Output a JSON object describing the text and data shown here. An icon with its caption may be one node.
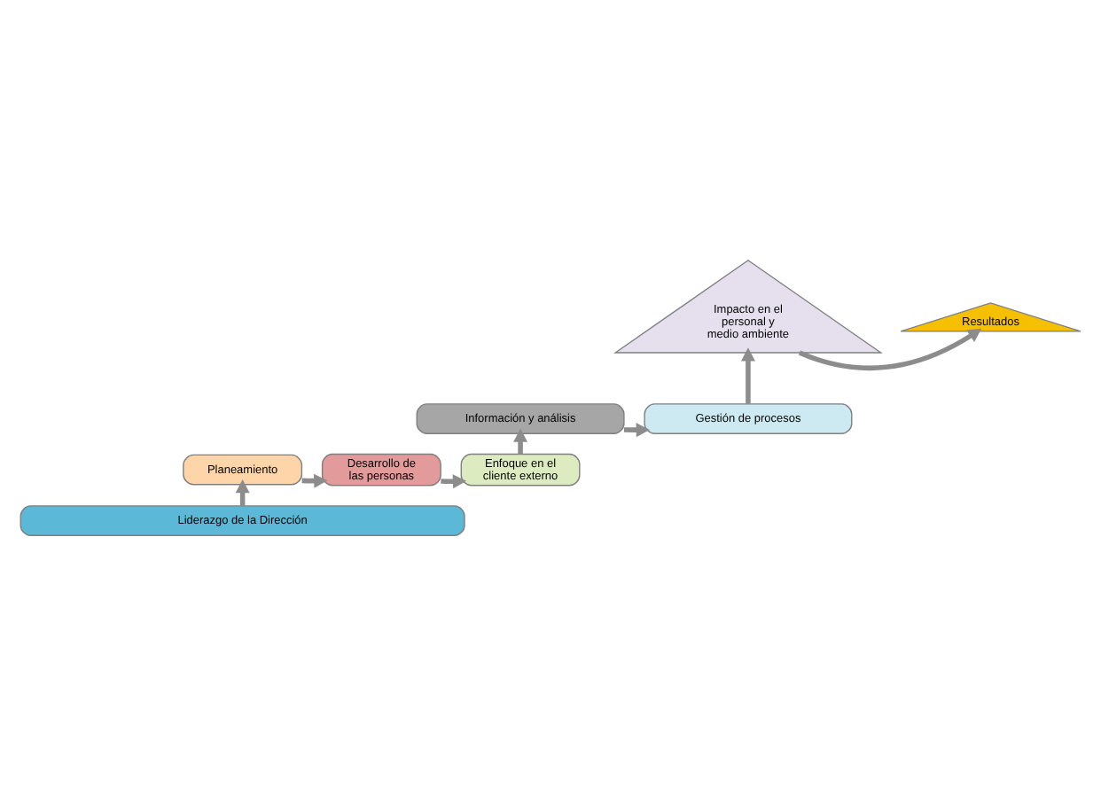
{
  "diagram": {
    "nodes": [
      {
        "text": [
          "Liderazgo de la Dirección"
        ]
      },
      {
        "text": [
          "Planeamiento"
        ]
      },
      {
        "text": [
          "Desarrollo de las personas"
        ]
      },
      {
        "text": [
          "Enfoque en el cliente externo"
        ]
      },
      {
        "text": [
          "Gestión de procesos"
        ]
      },
      {
        "text": [
          "Información y análisis"
        ]
      },
      {
        "text": [
          "Impacto en el personal y medio ambiente"
        ]
      },
      {
        "text": [
          "Resultados"
        ]
      }
    ],
    "edges": [
      {
        "from": 0,
        "to": 1,
        "arrow": "to"
      },
      {
        "from": 1,
        "to": 2,
        "arrow": "to"
      },
      {
        "from": 2,
        "to": 3,
        "arrow": "to"
      },
      {
        "from": 3,
        "to": 5,
        "arrow": "to"
      },
      {
        "from": 5,
        "to": 4,
        "arrow": "to"
      },
      {
        "from": 4,
        "to": 6,
        "arrow": "to"
      },
      {
        "from": 6,
        "to": 7,
        "arrow": "to"
      }
    ]
  }
}
